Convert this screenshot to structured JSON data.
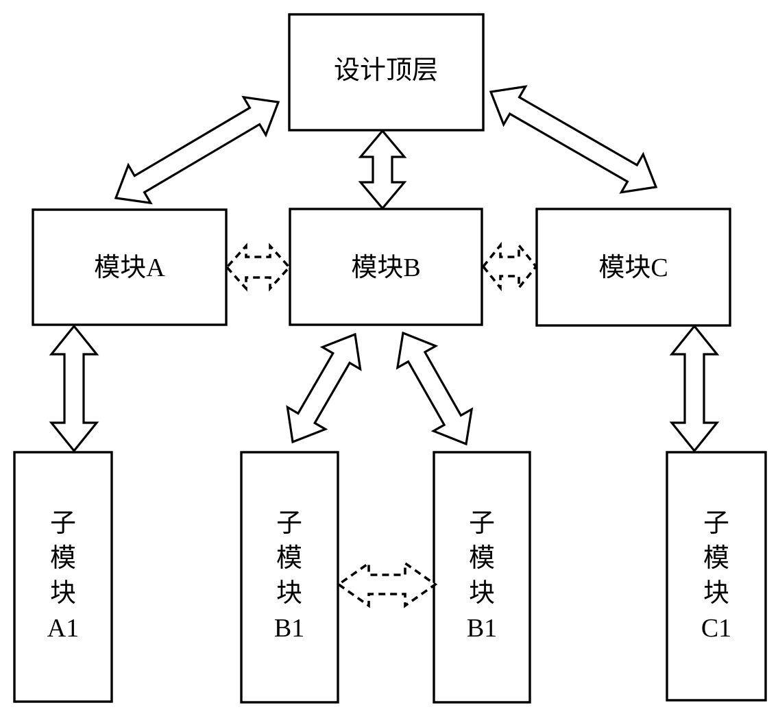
{
  "figure": {
    "type": "block-diagram",
    "colors": {
      "background": "#ffffff",
      "box_fill": "#ffffff",
      "stroke": "#000000"
    },
    "nodes": {
      "design_top": {
        "label": "设计顶层"
      },
      "module_a": {
        "label": "模块A"
      },
      "module_b": {
        "label": "模块B"
      },
      "module_c": {
        "label": "模块C"
      },
      "sub_a1": {
        "label": "子模块A1",
        "lines": [
          "子",
          "模",
          "块",
          "A1"
        ]
      },
      "sub_b1_left": {
        "label": "子模块B1",
        "lines": [
          "子",
          "模",
          "块",
          "B1"
        ]
      },
      "sub_b1_right": {
        "label": "子模块B1",
        "lines": [
          "子",
          "模",
          "块",
          "B1"
        ]
      },
      "sub_c1": {
        "label": "子模块C1",
        "lines": [
          "子",
          "模",
          "块",
          "C1"
        ]
      }
    },
    "edges": [
      {
        "from": "design_top",
        "to": "module_a",
        "style": "solid",
        "direction": "bidirectional"
      },
      {
        "from": "design_top",
        "to": "module_b",
        "style": "solid",
        "direction": "bidirectional"
      },
      {
        "from": "design_top",
        "to": "module_c",
        "style": "solid",
        "direction": "bidirectional"
      },
      {
        "from": "module_a",
        "to": "module_b",
        "style": "dashed",
        "direction": "bidirectional"
      },
      {
        "from": "module_b",
        "to": "module_c",
        "style": "dashed",
        "direction": "bidirectional"
      },
      {
        "from": "module_a",
        "to": "sub_a1",
        "style": "solid",
        "direction": "bidirectional"
      },
      {
        "from": "module_b",
        "to": "sub_b1_left",
        "style": "solid",
        "direction": "bidirectional"
      },
      {
        "from": "module_b",
        "to": "sub_b1_right",
        "style": "solid",
        "direction": "bidirectional"
      },
      {
        "from": "module_c",
        "to": "sub_c1",
        "style": "solid",
        "direction": "bidirectional"
      },
      {
        "from": "sub_b1_left",
        "to": "sub_b1_right",
        "style": "dashed",
        "direction": "bidirectional"
      }
    ]
  }
}
